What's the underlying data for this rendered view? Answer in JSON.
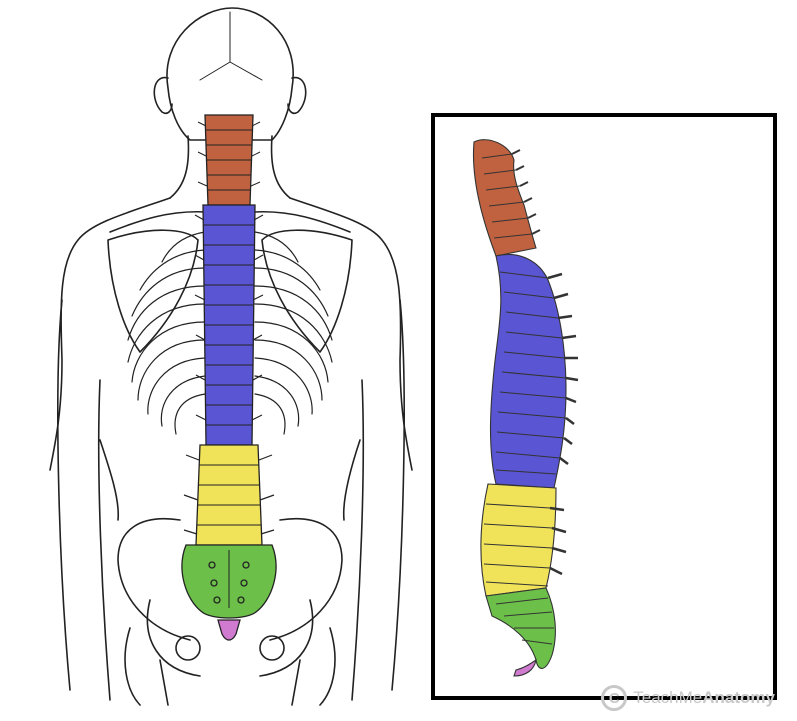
{
  "colors": {
    "cervical": "#c0623f",
    "thoracic": "#5a55d2",
    "lumbar": "#f0e35a",
    "sacrum": "#6cc04a",
    "coccyx": "#d07ad0",
    "outline": "#222222",
    "frame": "#000000"
  },
  "watermark": {
    "symbol": "C",
    "brand_prefix": "Teach",
    "brand_middle": "Me",
    "brand_bold": "Anatomy"
  }
}
